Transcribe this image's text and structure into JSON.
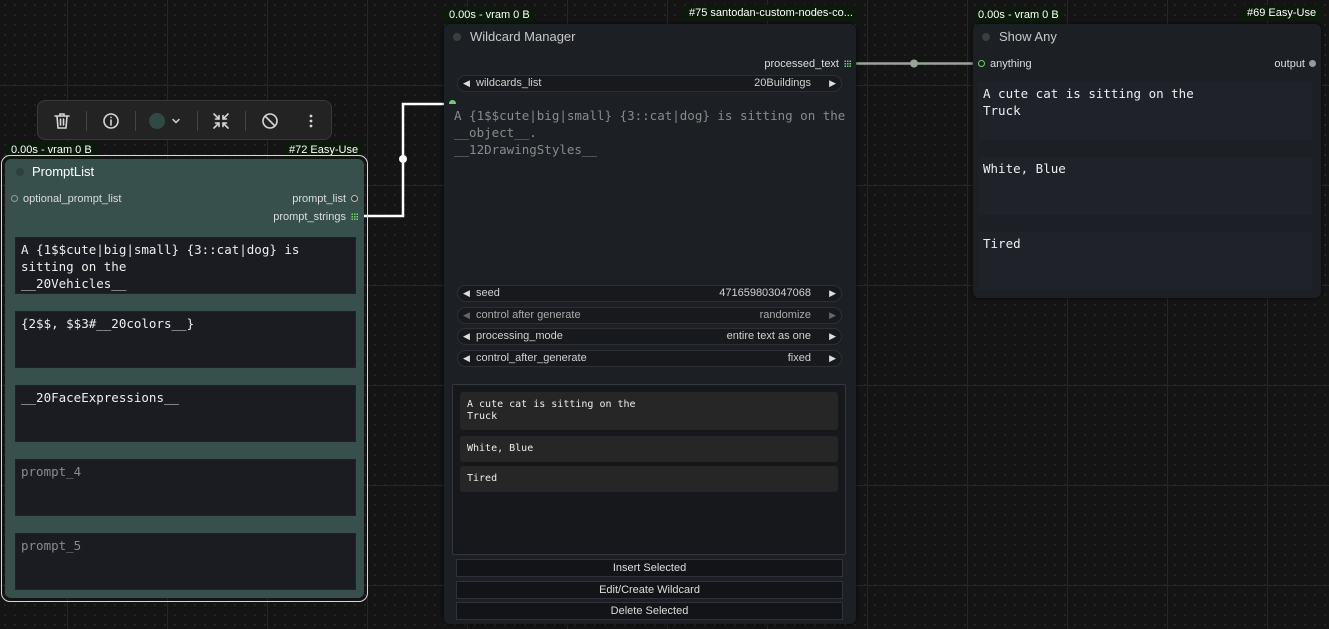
{
  "colors": {
    "canvas_bg": "#141414",
    "node_bg": "#1c1f24",
    "prompt_list_bg": "#37504b",
    "link_white": "#ffffff",
    "slot_green": "#6fcf6f",
    "badge_bg": "#0c1a0c"
  },
  "toolbar": {
    "delete_icon": "trash-icon",
    "info_icon": "info-icon",
    "color_icon": "color-circle-icon",
    "collapse_icon": "collapse-arrows-icon",
    "bypass_icon": "ban-icon",
    "more_icon": "more-vertical-icon",
    "chevron": "⌄"
  },
  "prompt_list": {
    "timing": "0.00s - vram 0 B",
    "id_badge": "#72 Easy-Use",
    "title": "PromptList",
    "input": "optional_prompt_list",
    "output_1": "prompt_list",
    "output_2": "prompt_strings",
    "prompts": [
      {
        "text": "A {1$$cute|big|small} {3::cat|dog} is sitting on the\n__20Vehicles__",
        "placeholder": false
      },
      {
        "text": "{2$$, $$3#__20colors__}",
        "placeholder": false
      },
      {
        "text": "__20FaceExpressions__",
        "placeholder": false
      },
      {
        "text": "prompt_4",
        "placeholder": true
      },
      {
        "text": "prompt_5",
        "placeholder": true
      }
    ]
  },
  "wildcard_manager": {
    "timing": "0.00s - vram 0 B",
    "id_badge": "#75 santodan-custom-nodes-co...",
    "title": "Wildcard Manager",
    "output": "processed_text",
    "wildcards_list": {
      "label": "wildcards_list",
      "value": "20Buildings"
    },
    "text_placeholder": "A {1$$cute|big|small} {3::cat|dog} is sitting on the __object__.\n__12DrawingStyles__",
    "widgets": [
      {
        "label": "seed",
        "value": "471659803047068",
        "disabled": false
      },
      {
        "label": "control after generate",
        "value": "randomize",
        "disabled": true
      },
      {
        "label": "processing_mode",
        "value": "entire text as one",
        "disabled": false
      },
      {
        "label": "control_after_generate",
        "value": "fixed",
        "disabled": false
      }
    ],
    "results": [
      "A cute cat is sitting on the\nTruck",
      "White, Blue",
      "Tired"
    ],
    "buttons": {
      "insert": "Insert Selected",
      "edit": "Edit/Create Wildcard",
      "delete": "Delete Selected"
    }
  },
  "show_any": {
    "timing": "0.00s - vram 0 B",
    "id_badge": "#69 Easy-Use",
    "title": "Show Any",
    "input": "anything",
    "output": "output",
    "values": [
      "A cute cat is sitting on the\nTruck",
      "White, Blue",
      "Tired"
    ]
  }
}
